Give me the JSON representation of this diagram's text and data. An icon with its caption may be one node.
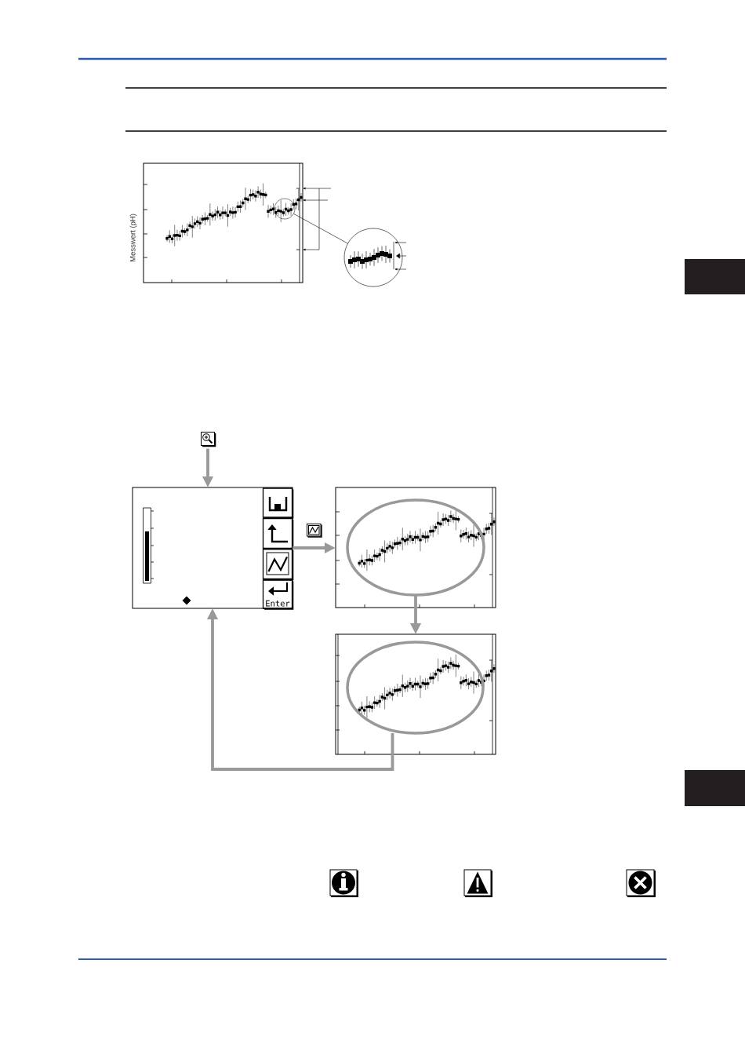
{
  "diagram": {
    "nodes": [
      {
        "text": [],
        "shape": "picture",
        "beside": [
          "Messwert (pH)"
        ]
      },
      {
        "text": [],
        "shape": "circle",
        "in": 0
      },
      {
        "text": [],
        "shape": "circle"
      },
      {
        "text": [],
        "shape": "picture"
      },
      {
        "text": [],
        "shape": "box"
      },
      {
        "text": [],
        "shape": "box",
        "in": 4
      },
      {
        "text": [],
        "shape": "box",
        "in": 4
      },
      {
        "text": [],
        "shape": "box",
        "in": 4
      },
      {
        "text": [
          "Enter"
        ],
        "in": 4
      },
      {
        "text": [],
        "shape": "picture"
      },
      {
        "text": [],
        "shape": "ellipse",
        "in": 9
      },
      {
        "text": [],
        "shape": "picture"
      },
      {
        "text": [],
        "shape": "ellipse",
        "in": 11
      }
    ],
    "edges": [
      {
        "from": 1,
        "to": 2,
        "arrow": "none"
      },
      {
        "from": null,
        "to": 0,
        "arrow": "to"
      },
      {
        "from": null,
        "to": 0,
        "arrow": "to"
      },
      {
        "from": null,
        "to": 0,
        "arrow": "to"
      },
      {
        "from": null,
        "to": 2,
        "arrow": "to"
      },
      {
        "from": null,
        "to": 2,
        "arrow": "to"
      },
      {
        "from": null,
        "to": 2,
        "arrow": "to"
      },
      {
        "from": 3,
        "to": 4,
        "arrow": "to",
        "style": "thick",
        "color": "#999999"
      },
      {
        "from": 4,
        "to": 9,
        "arrow": "to",
        "style": "thick",
        "color": "#999999"
      },
      {
        "from": 10,
        "to": 11,
        "arrow": "to",
        "style": "thick",
        "color": "#999999"
      },
      {
        "from": 12,
        "to": 4,
        "arrow": "to",
        "style": "thick",
        "color": "#999999"
      }
    ]
  }
}
